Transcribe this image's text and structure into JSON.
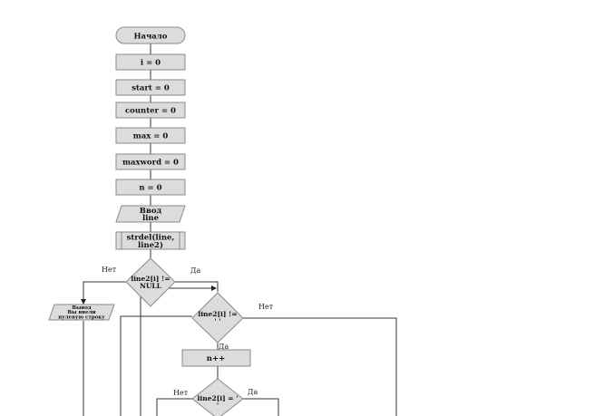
{
  "flowchart": {
    "start": "Начало",
    "init": [
      "i = 0",
      "start = 0",
      "counter = 0",
      "max = 0",
      "maxword = 0",
      "n = 0"
    ],
    "input": [
      "Ввод",
      "line"
    ],
    "subroutine": [
      "strdel(line,",
      "line2)"
    ],
    "decision1": [
      "line2[i] !=",
      "NULL"
    ],
    "decision1_no": "Нет",
    "decision1_yes": "Да",
    "output": [
      "Вывод",
      "Вы ввели",
      "нулевую строку"
    ],
    "decision2": [
      "line2[i] !=",
      "' '"
    ],
    "decision2_no": "Нет",
    "decision2_yes": "Да",
    "increment": "n++",
    "decision3": [
      "line2[i] = '",
      "'"
    ],
    "decision3_no": "Нет",
    "decision3_yes": "Да"
  }
}
